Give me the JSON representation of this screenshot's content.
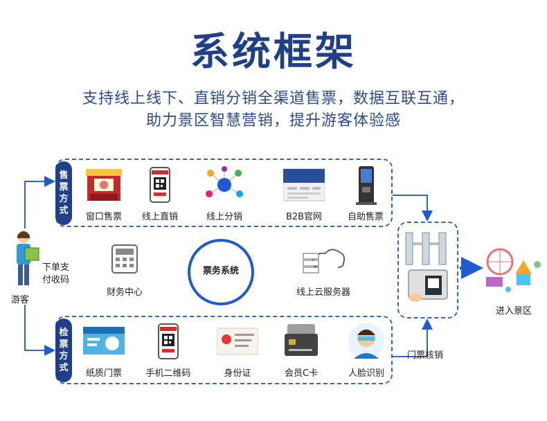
{
  "title": "系统框架",
  "subtitle_line1": "支持线上线下、直销分销全渠道售票，数据互联互通，",
  "subtitle_line2": "助力景区智慧营销，提升游客体验感",
  "sales": {
    "heading": "售票方式",
    "items": [
      {
        "label": "窗口售票",
        "icon": "ticket-booth-icon"
      },
      {
        "label": "线上直销",
        "icon": "phone-qr-icon"
      },
      {
        "label": "线上分销",
        "icon": "distribution-network-icon"
      },
      {
        "label": "B2B官网",
        "icon": "website-screen-icon"
      },
      {
        "label": "自助售票",
        "icon": "kiosk-icon"
      }
    ]
  },
  "checkin": {
    "heading": "检票方式",
    "items": [
      {
        "label": "纸质门票",
        "icon": "paper-ticket-icon"
      },
      {
        "label": "手机二维码",
        "icon": "phone-qr-icon"
      },
      {
        "label": "身份证",
        "icon": "id-card-icon"
      },
      {
        "label": "会员C卡",
        "icon": "member-card-icon"
      },
      {
        "label": "人脸识别",
        "icon": "face-recognition-icon"
      }
    ]
  },
  "center": {
    "finance": "财务中心",
    "system": "票务系统",
    "cloud": "线上云服务器"
  },
  "tourist": "游客",
  "order_pay_line1": "下单支",
  "order_pay_line2": "付收码",
  "verify": "门票核销",
  "enter": "进入景区",
  "colors": {
    "primary": "#1f3f8a",
    "accent": "#1f5bd0",
    "line": "#3366bb"
  }
}
